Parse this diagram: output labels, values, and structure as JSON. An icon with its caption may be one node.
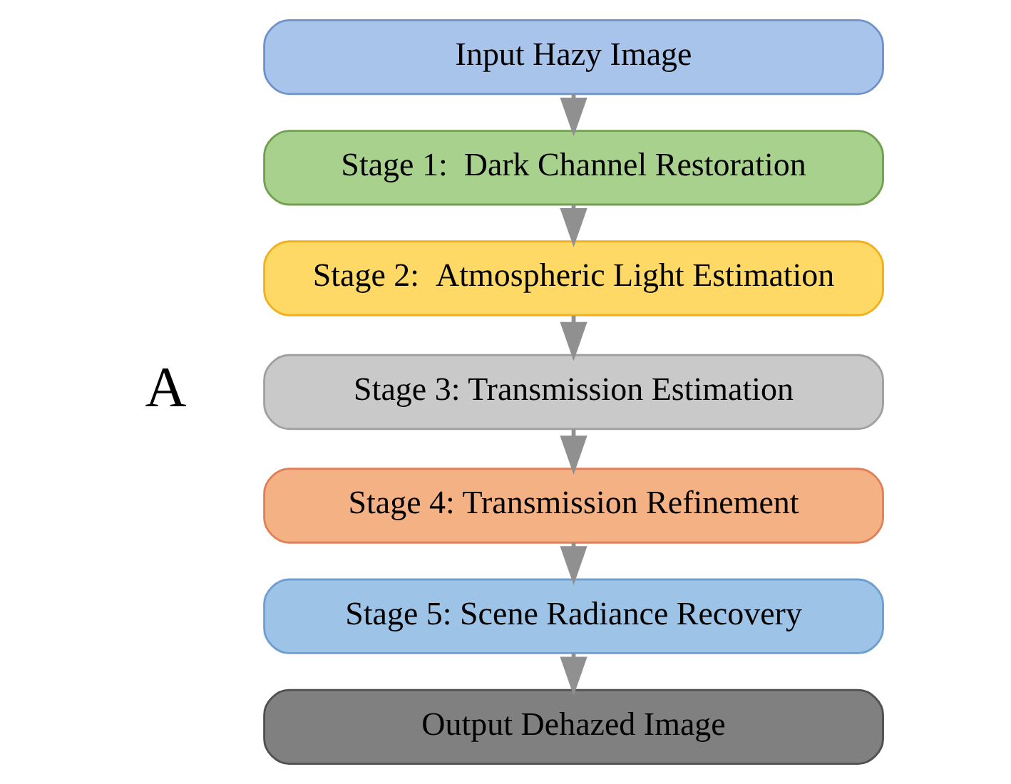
{
  "diagram": {
    "nodes": [
      {
        "text": [
          "Input Hazy Image"
        ]
      },
      {
        "text": [
          "Stage 1:  Dark Channel Restoration"
        ]
      },
      {
        "text": [
          "Stage 2:  Atmospheric Light Estimation"
        ]
      },
      {
        "text": [
          "Stage 3: Transmission Estimation"
        ]
      },
      {
        "text": [
          "Stage 4: Transmission Refinement"
        ]
      },
      {
        "text": [
          "Stage 5: Scene Radiance Recovery"
        ]
      },
      {
        "text": [
          "Output Dehazed Image"
        ]
      }
    ],
    "edges": [
      {
        "from": 0,
        "to": 1,
        "arrow": "to"
      },
      {
        "from": 1,
        "to": 2,
        "arrow": "to"
      },
      {
        "from": 2,
        "to": 3,
        "arrow": "to"
      },
      {
        "from": 3,
        "to": 4,
        "arrow": "to"
      },
      {
        "from": 4,
        "to": 5,
        "arrow": "to"
      },
      {
        "from": 5,
        "to": 6,
        "arrow": "to"
      }
    ],
    "labels": [
      "A"
    ]
  }
}
